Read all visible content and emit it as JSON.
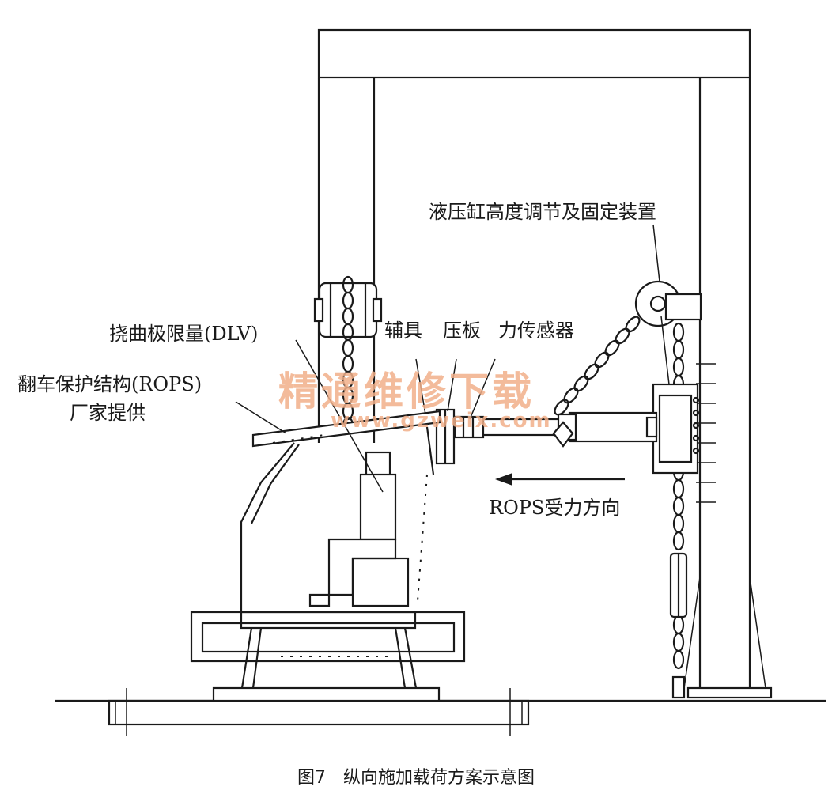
{
  "labels": {
    "cylinder_adjust": "液压缸高度调节及固定装置",
    "dlv": "挠曲极限量(DLV)",
    "fixture": "辅具",
    "pressure_plate": "压板",
    "force_sensor": "力传感器",
    "rops_line1": "翻车保护结构(ROPS)",
    "rops_line2": "厂家提供",
    "force_direction": "ROPS受力方向"
  },
  "caption": "图7　纵向施加载荷方案示意图",
  "watermark": {
    "title": "精通维修下载",
    "url": "www.gzweix.com"
  },
  "colors": {
    "line": "#1a1a1a",
    "watermark": "#f2b08a",
    "background": "#ffffff"
  }
}
